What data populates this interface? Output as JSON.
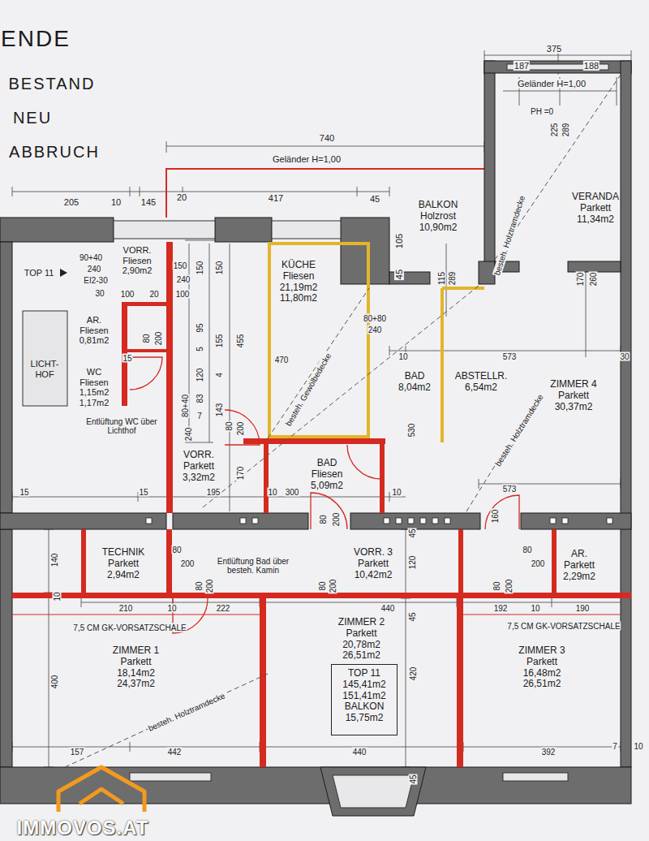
{
  "diagram": {
    "nodes": [
      {
        "text": [
          "VORR.",
          "Fliesen",
          "2,90m2"
        ]
      },
      {
        "text": [
          "KÜCHE",
          "Fliesen",
          "21,19m2",
          "11,80m2"
        ]
      },
      {
        "text": [
          "BALKON",
          "Holzrost",
          "10,90m2"
        ]
      },
      {
        "text": [
          "VERANDA",
          "Parkett",
          "11,34m2"
        ]
      },
      {
        "text": [
          "AR.",
          "Fliesen",
          "0,81m2"
        ]
      },
      {
        "text": [
          "LICHT- HOF"
        ]
      },
      {
        "text": [
          "WC",
          "Fliesen",
          "1,15m2",
          "1,17m2"
        ]
      },
      {
        "text": [
          "BAD",
          "8,04m2"
        ]
      },
      {
        "text": [
          "ABSTELLR.",
          "6,54m2"
        ]
      },
      {
        "text": [
          "ZIMMER 4",
          "Parkett",
          "30,37m2"
        ]
      },
      {
        "text": [
          "VORR.",
          "Parkett",
          "3,32m2"
        ]
      },
      {
        "text": [
          "BAD",
          "Fliesen",
          "5,09m2"
        ]
      },
      {
        "text": [
          "TECHNIK",
          "Parkett",
          "2,94m2"
        ]
      },
      {
        "text": [
          "VORR. 3",
          "Parkett",
          "10,42m2"
        ]
      },
      {
        "text": [
          "AR.",
          "Parkett",
          "2,29m2"
        ]
      },
      {
        "text": [
          "ZIMMER 1",
          "Parkett",
          "18,14m2",
          "24,37m2"
        ]
      },
      {
        "text": [
          "ZIMMER 2",
          "Parkett",
          "20,78m2",
          "26,51m2"
        ]
      },
      {
        "text": [
          "ZIMMER 3",
          "Parkett",
          "16,48m2",
          "26,51m2"
        ]
      },
      {
        "text": [
          "TOP 11",
          "145,41m2",
          "151,41m2",
          "BALKON",
          "15,75m2"
        ],
        "in": 16
      }
    ],
    "labels": [
      "ENDE",
      "BESTAND",
      "NEU",
      "ABBRUCH",
      "375",
      "187",
      "188",
      "Geländer H=1,00",
      "740",
      "Geländer H=1,00",
      "205",
      "10",
      "145",
      "20",
      "417",
      "45",
      "105",
      "45",
      "PH =0",
      "225",
      "289",
      "90+40",
      "240",
      "TOP 11",
      "EI2-30",
      "150",
      "150",
      "150",
      "240",
      "30",
      "100",
      "20",
      "100",
      "80",
      "200",
      "95",
      "155",
      "455",
      "5",
      "120",
      "4",
      "143",
      "80+40",
      "83",
      "7",
      "240",
      "15",
      "80",
      "200",
      "170",
      "15",
      "15",
      "195",
      "10",
      "300",
      "10",
      "80+80",
      "240",
      "470",
      "10",
      "573",
      "30",
      "530",
      "170",
      "260",
      "115",
      "289",
      "573",
      "160",
      "45",
      "120",
      "45",
      "80",
      "200",
      "80",
      "200",
      "80",
      "200",
      "80",
      "200",
      "80",
      "200",
      "80",
      "200",
      "210",
      "10",
      "222",
      "440",
      "192",
      "10",
      "190",
      "7,5 CM GK-VORSATZSCHALE",
      "7,5 CM GK-VORSATZSCHALE",
      "140",
      "10",
      "400",
      "420",
      "157",
      "442",
      "440",
      "392",
      "7",
      "10",
      "45",
      "Entlüftung WC über Lichthof",
      "Entlüftung Bad über besteh. Kamin",
      "besteh. Gewölbedecke",
      "besteh. Holztramdecke",
      "besteh. Holztramdecke",
      "besteh. Holztramdecke",
      "IMMOVOS.AT"
    ]
  }
}
